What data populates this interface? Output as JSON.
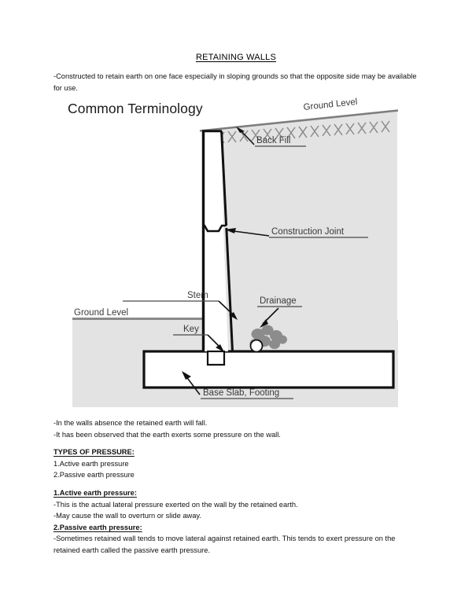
{
  "document": {
    "title": "RETAINING WALLS",
    "intro": "-Constructed to retain earth on one face especially in sloping grounds so that the opposite side may be available for use.",
    "line_absence": "-In the walls absence the retained earth will fall.",
    "line_pressure": "-It has been observed that the earth exerts some pressure on the wall.",
    "types_heading": "TYPES OF PRESSURE:",
    "type_1": "1.Active earth pressure",
    "type_2": "2.Passive earth pressure",
    "active_heading": "1.Active earth pressure:",
    "active_line_1": "-This is the actual lateral pressure exerted on the wall by the retained earth.",
    "active_line_2": "-May cause the wall to overturn or slide away.",
    "passive_heading": "2.Passive earth pressure:",
    "passive_line_1": "-Sometimes retained wall tends to move lateral against retained earth. This tends to exert pressure on the retained earth called the passive earth pressure."
  },
  "figure": {
    "title": "Common Terminology",
    "labels": {
      "ground_level_top": "Ground Level",
      "ground_level_left": "Ground Level",
      "back_fill": "Back Fill",
      "construction_joint": "Construction Joint",
      "stem": "Stem",
      "drainage": "Drainage",
      "key": "Key",
      "base_slab": "Base Slab, Footing"
    },
    "colors": {
      "soil_fill": "#e3e3e3",
      "outline": "#000000",
      "hatch": "#8a8a8a",
      "label_text": "#3a3a3a",
      "gravel": "#8c8c8c"
    }
  }
}
